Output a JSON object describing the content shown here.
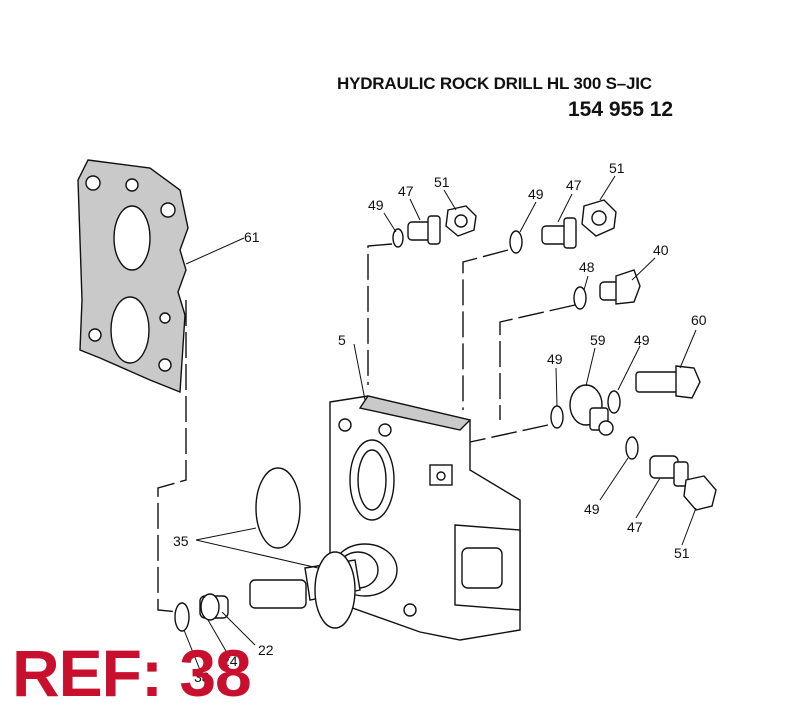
{
  "header": {
    "title": "HYDRAULIC ROCK DRILL HL 300 S–JIC",
    "part_number": "154 955 12"
  },
  "reference": "REF: 38",
  "callouts": [
    {
      "id": "c49a",
      "text": "49"
    },
    {
      "id": "c47a",
      "text": "47"
    },
    {
      "id": "c51a",
      "text": "51"
    },
    {
      "id": "c49b",
      "text": "49"
    },
    {
      "id": "c47b",
      "text": "47"
    },
    {
      "id": "c51b",
      "text": "51"
    },
    {
      "id": "c48",
      "text": "48"
    },
    {
      "id": "c40",
      "text": "40"
    },
    {
      "id": "c61",
      "text": "61"
    },
    {
      "id": "c5",
      "text": "5"
    },
    {
      "id": "c49c",
      "text": "49"
    },
    {
      "id": "c59",
      "text": "59"
    },
    {
      "id": "c49d",
      "text": "49"
    },
    {
      "id": "c60",
      "text": "60"
    },
    {
      "id": "c49e",
      "text": "49"
    },
    {
      "id": "c47c",
      "text": "47"
    },
    {
      "id": "c51c",
      "text": "51"
    },
    {
      "id": "c35",
      "text": "35"
    },
    {
      "id": "c22",
      "text": "22"
    },
    {
      "id": "c24",
      "text": "24"
    },
    {
      "id": "c38",
      "text": "38"
    }
  ],
  "colors": {
    "reference": "#c8102e",
    "gasket": "#c9c9c9"
  }
}
